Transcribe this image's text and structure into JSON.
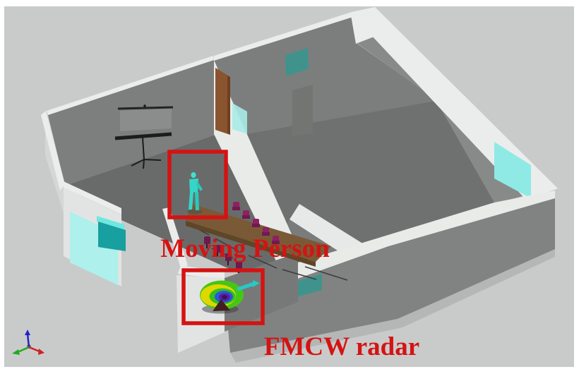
{
  "figure": {
    "description": "3D simulation scene of a two-room indoor environment with a moving person and an FMCW radar",
    "labels": {
      "moving_person": "Moving Person",
      "fmcw_radar": "FMCW radar"
    },
    "annotations": {
      "color": "#d41313",
      "boxes": [
        "moving-person-highlight-box",
        "fmcw-radar-highlight-box"
      ]
    },
    "scene_objects": [
      "meeting-room",
      "large-room",
      "dividing-wall",
      "door",
      "wall-projection-screen",
      "tripod-projection-screen",
      "conference-table",
      "office-chairs",
      "tv-panel",
      "windows",
      "moving-person-figure",
      "radar-antenna-pattern",
      "radar-direction-arrow",
      "coordinate-axes-triad"
    ],
    "colors": {
      "background": "#c9cbca",
      "wall_top": "#ebedec",
      "wall_interior": "#7d7f7e",
      "floor": "#6b6d6c",
      "window_cyan": "#a8eeea",
      "teal_panel": "#2f978e",
      "door_brown": "#8a5430",
      "table_brown": "#7a5a36",
      "chair_purple": "#8e2063",
      "person_cyan": "#38d8ca",
      "annotation_red": "#d41313",
      "axis_x": "#cc2222",
      "axis_y": "#22aa22",
      "axis_z": "#2222cc"
    }
  }
}
